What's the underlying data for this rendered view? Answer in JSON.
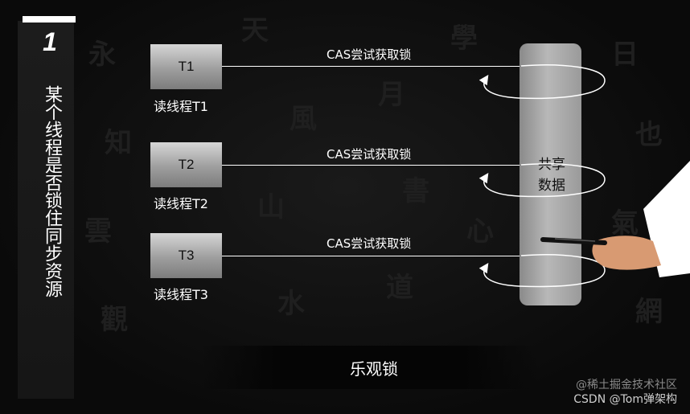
{
  "side_panel": {
    "number": "1",
    "title": "某个线程是否锁住同步资源"
  },
  "threads": [
    {
      "box_label": "T1",
      "caption": "读线程T1",
      "action": "CAS尝试获取锁"
    },
    {
      "box_label": "T2",
      "caption": "读线程T2",
      "action": "CAS尝试获取锁"
    },
    {
      "box_label": "T3",
      "caption": "读线程T3",
      "action": "CAS尝试获取锁"
    }
  ],
  "shared_resource": {
    "line1": "共享",
    "line2": "数据"
  },
  "banner": {
    "text": "乐观锁"
  },
  "watermark": {
    "line1": "@稀土掘金技术社区",
    "line2": "CSDN @Tom弹架构"
  },
  "colors": {
    "background": "#0a0a0a",
    "box_fill": "#a8a8a8",
    "text": "#ffffff"
  }
}
